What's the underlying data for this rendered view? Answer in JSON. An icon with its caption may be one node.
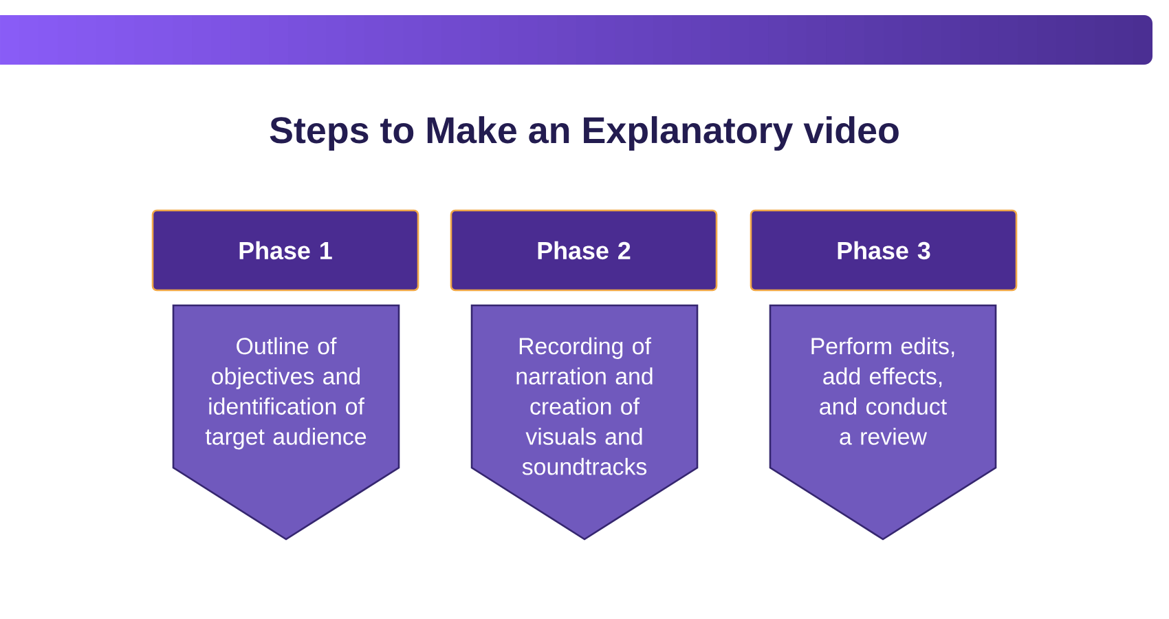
{
  "diagram": {
    "title": "Steps to Make an Explanatory video",
    "nodes": [
      {
        "text": [
          "Phase 1"
        ]
      },
      {
        "text": [
          "Outline of objectives and identification of target audience"
        ]
      },
      {
        "text": [
          "Phase 2"
        ]
      },
      {
        "text": [
          "Recording of narration and creation of visuals and soundtracks"
        ]
      },
      {
        "text": [
          "Phase 3"
        ]
      },
      {
        "text": [
          "Perform edits, add effects, and conduct a review"
        ]
      }
    ]
  }
}
